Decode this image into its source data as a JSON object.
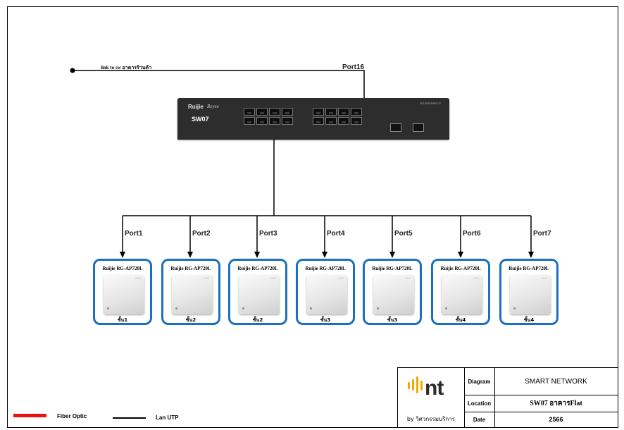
{
  "switch": {
    "name": "SW07",
    "brand": "Ruijie",
    "sub_brand": "Reyee",
    "model": "RG-ES218GC-P",
    "uplink_port": "Port16"
  },
  "uplink": {
    "label": "link to sw อาคารร้านค้า"
  },
  "access_points": [
    {
      "port": "Port1",
      "model": "Ruijie RG-AP720L",
      "floor": "ชั้น1"
    },
    {
      "port": "Port2",
      "model": "Ruijie RG-AP720L",
      "floor": "ชั้น2"
    },
    {
      "port": "Port3",
      "model": "Ruijie RG-AP720L",
      "floor": "ชั้น2"
    },
    {
      "port": "Port4",
      "model": "Ruijie RG-AP720L",
      "floor": "ชั้น3"
    },
    {
      "port": "Port5",
      "model": "Ruijie RG-AP720L",
      "floor": "ชั้น3"
    },
    {
      "port": "Port6",
      "model": "Ruijie RG-AP720L",
      "floor": "ชั้น4"
    },
    {
      "port": "Port7",
      "model": "Ruijie RG-AP720L",
      "floor": "ชั้น4"
    }
  ],
  "title_block": {
    "logo_text": "nt",
    "logo_caption": "by วิศวกรรมบริการ",
    "diagram_label": "Diagram",
    "diagram_value": "SMART NETWORK",
    "location_label": "Location",
    "location_value": "SW07 อาคารFlat",
    "date_label": "Date",
    "date_value": "2566"
  },
  "legend": {
    "fiber_label": "Fiber Optic",
    "fiber_color": "#ee1111",
    "lan_label": "Lan UTP",
    "lan_color": "#000000"
  },
  "colors": {
    "ap_border": "#1a6fbf",
    "logo_accent": "#f2a900"
  }
}
